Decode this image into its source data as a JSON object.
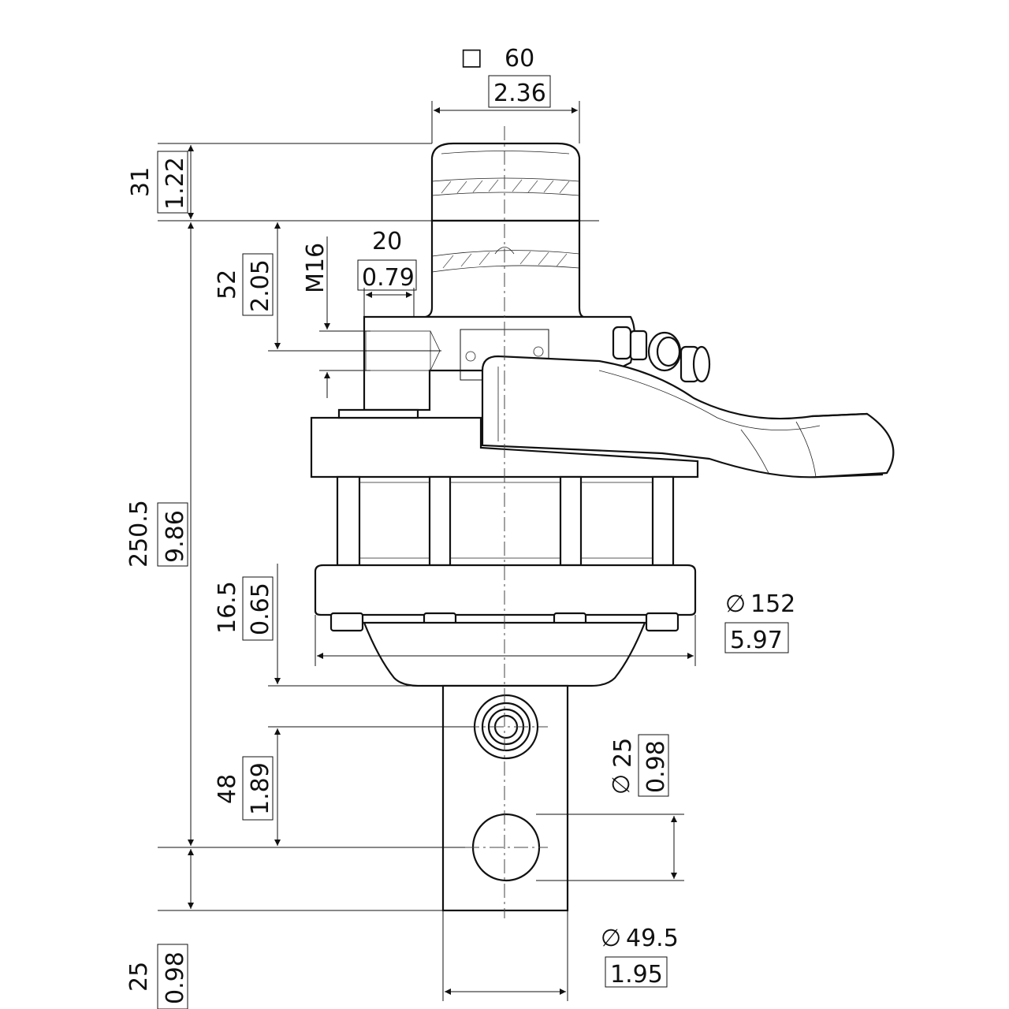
{
  "dimensions": {
    "square_size": {
      "symbol": "□",
      "mm": "60",
      "inch": "2.36"
    },
    "top_cap_height": {
      "mm": "31",
      "inch": "1.22"
    },
    "port_offset": {
      "mm": "52",
      "inch": "2.05"
    },
    "thread": {
      "label": "M16"
    },
    "port_width": {
      "mm": "20",
      "inch": "0.79"
    },
    "overall_height": {
      "mm": "250.5",
      "inch": "9.86"
    },
    "flange_thickness": {
      "mm": "16.5",
      "inch": "0.65"
    },
    "flange_diameter": {
      "symbol": "∅",
      "mm": "152",
      "inch": "5.97"
    },
    "pin_spacing": {
      "mm": "48",
      "inch": "1.89"
    },
    "pin_diameter": {
      "symbol": "∅",
      "mm": "25",
      "inch": "0.98"
    },
    "bottom_offset": {
      "mm": "25",
      "inch": "0.98"
    },
    "shaft_diameter": {
      "symbol": "∅",
      "mm": "49.5",
      "inch": "1.95"
    }
  }
}
